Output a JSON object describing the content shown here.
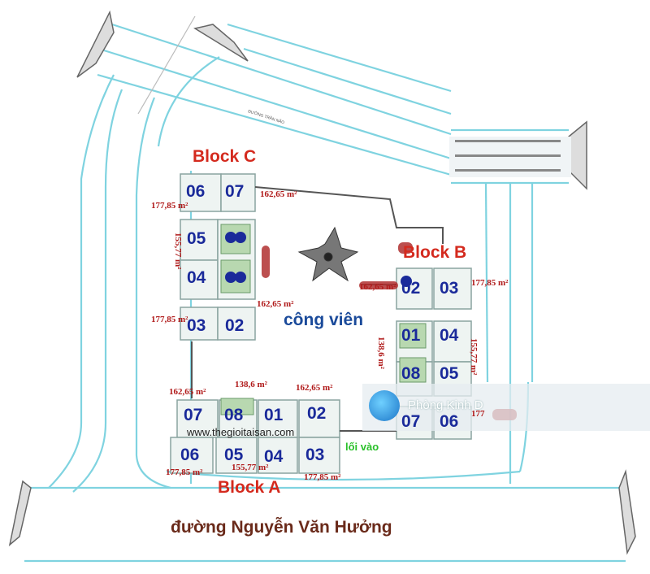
{
  "blocks": {
    "c": "Block C",
    "b": "Block B",
    "a": "Block A"
  },
  "park": "công viên",
  "website": "www.thegioitaisan.com",
  "entrance": "lối vào",
  "street": "đường Nguyễn Văn Hưởng",
  "watermark": "Phòng Kinh D",
  "block_c": {
    "units": [
      "06",
      "07",
      "05",
      "04",
      "03",
      "02"
    ],
    "areas": [
      "177,85 m²",
      "162,65 m²",
      "155,77 m²",
      "162,65 m²",
      "177,85 m²"
    ]
  },
  "block_b": {
    "units": [
      "02",
      "03",
      "01",
      "04",
      "08",
      "05",
      "07",
      "06"
    ],
    "areas": [
      "162,65 m²",
      "177,85 m²",
      "138,6 m²",
      "155,77 m²",
      "177"
    ]
  },
  "block_a": {
    "units": [
      "07",
      "08",
      "01",
      "02",
      "06",
      "05",
      "04",
      "03"
    ],
    "areas": [
      "162,65 m²",
      "138,6 m²",
      "162,65 m²",
      "177,85 m²",
      "155,77 m²",
      "177,85 m²"
    ]
  },
  "road_sign": "ĐƯỜNG TRẦN NÃO",
  "colors": {
    "road_outline": "#7fd3e0",
    "block_label": "#d42a1e",
    "unit_number": "#1a2a9a",
    "area_label": "#b01a1a",
    "entrance": "#2ac02a"
  }
}
